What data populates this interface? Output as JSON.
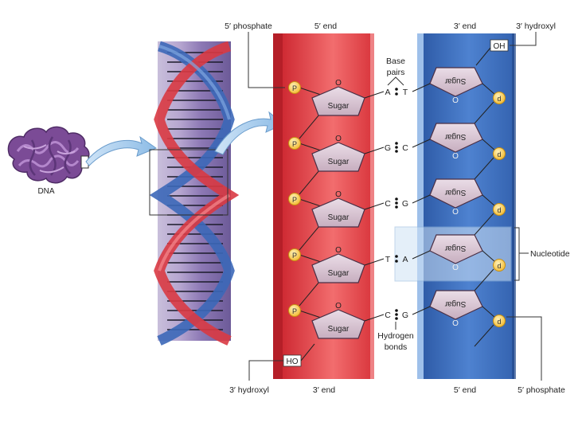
{
  "labels": {
    "dna": "DNA",
    "five_phosphate_left": "5′ phosphate",
    "five_end_left": "5′ end",
    "three_end_right": "3′ end",
    "three_hydroxyl_right": "3′ hydroxyl",
    "base_pairs_line1": "Base",
    "base_pairs_line2": "pairs",
    "nucleotide": "Nucleotide",
    "hydrogen_bonds_line1": "Hydrogen",
    "hydrogen_bonds_line2": "bonds",
    "three_hydroxyl_left": "3′ hydroxyl",
    "three_end_left": "3′ end",
    "five_end_right": "5′ end",
    "five_phosphate_right": "5′ phosphate",
    "oh_top": "OH",
    "ho_bottom": "HO",
    "sugar": "Sugar",
    "ring_oxygen": "O",
    "phosphate_p": "P",
    "phosphate_right": "d"
  },
  "base_pairs": [
    {
      "left": "A",
      "right": "T",
      "bonds": 2
    },
    {
      "left": "G",
      "right": "C",
      "bonds": 3
    },
    {
      "left": "C",
      "right": "G",
      "bonds": 3
    },
    {
      "left": "T",
      "right": "A",
      "bonds": 2
    },
    {
      "left": "C",
      "right": "G",
      "bonds": 3
    }
  ],
  "colors": {
    "left_strand": "#e23a40",
    "right_strand": "#3f6fc0",
    "sugar_fill": "#d9c3d3",
    "phosphate": "#f6c645",
    "dna_blob": "#7b4b96",
    "arrow": "#a7cdee"
  }
}
